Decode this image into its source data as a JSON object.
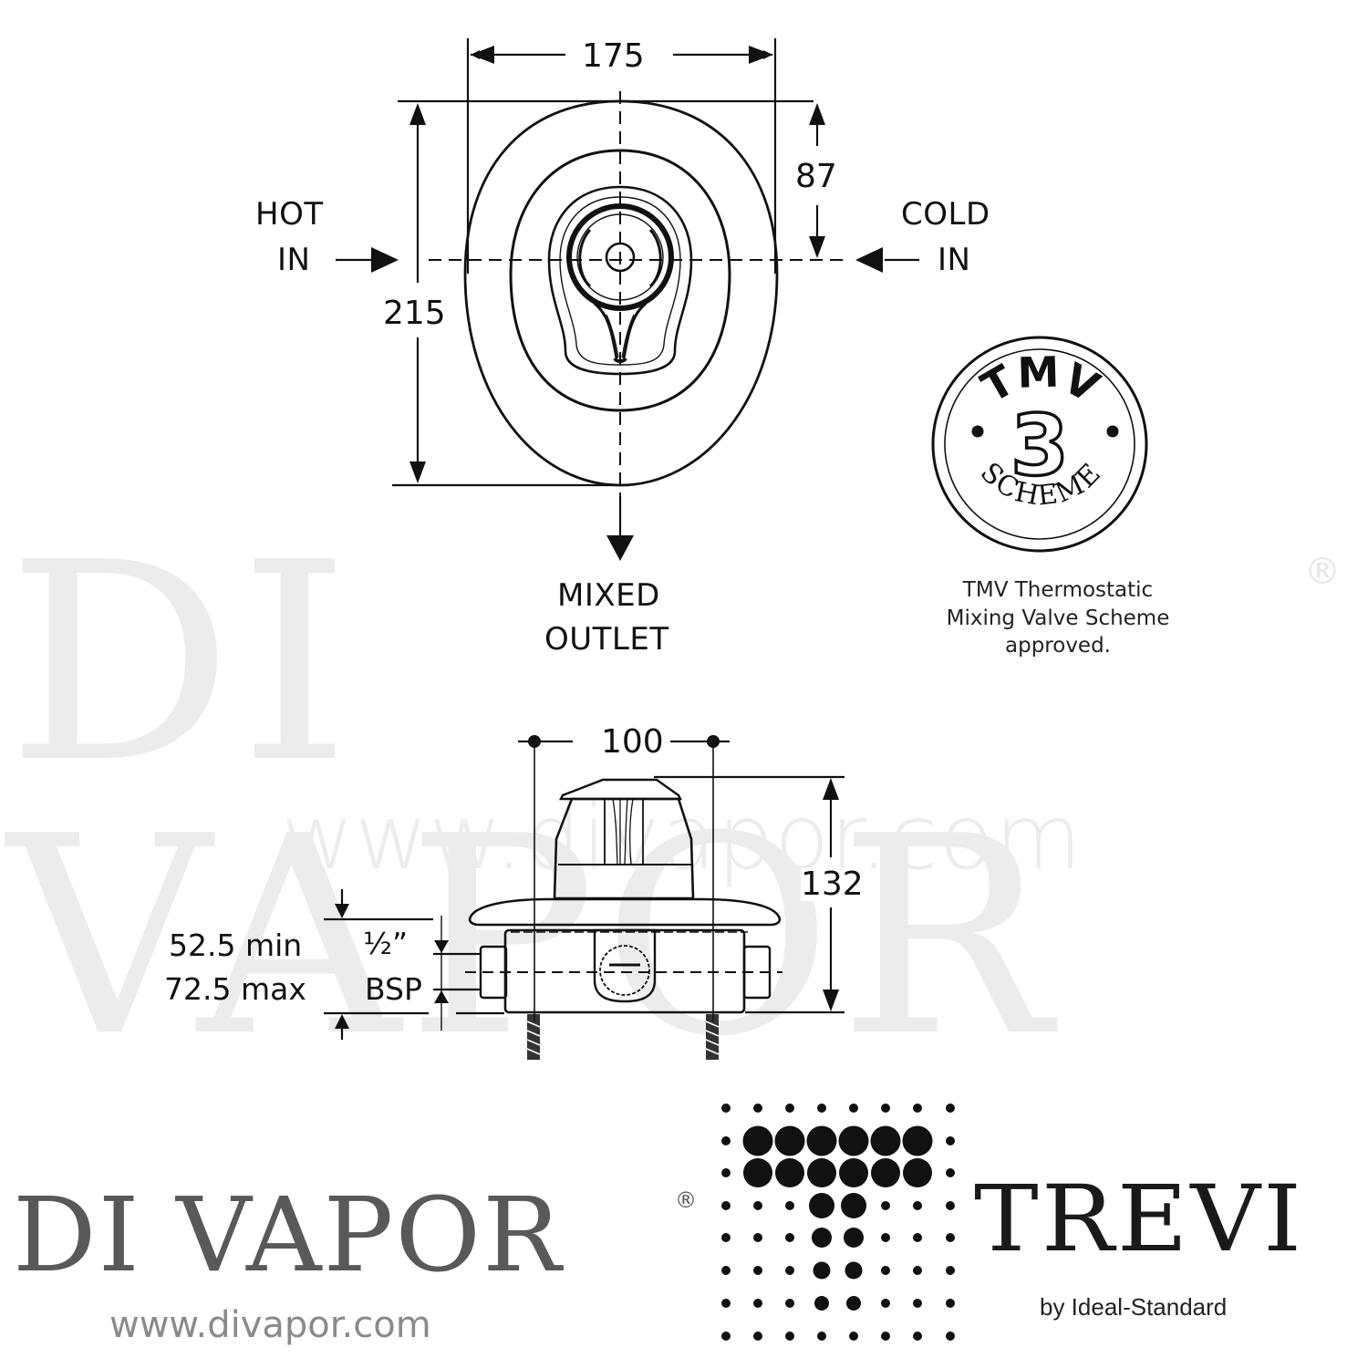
{
  "watermark": {
    "text": "DI VAPOR",
    "registered": "®",
    "url": "www.divapor.com",
    "color": "#ececec"
  },
  "front_view": {
    "width_dim": "175",
    "height_dim": "215",
    "center_offset_dim": "87",
    "hot_in": {
      "line1": "HOT",
      "line2": "IN"
    },
    "cold_in": {
      "line1": "COLD",
      "line2": "IN"
    },
    "mixed_outlet": {
      "line1": "MIXED",
      "line2": "OUTLET"
    }
  },
  "side_view": {
    "centres_dim": "100",
    "depth_dim": "132",
    "wall_depth": {
      "min": "52.5 min",
      "max": "72.5 max"
    },
    "thread": {
      "size": "½”",
      "type": "BSP"
    }
  },
  "tmv_badge": {
    "top_text": "TMV",
    "number": "3",
    "bottom_text": "SCHEME",
    "caption": [
      "TMV Thermostatic",
      "Mixing Valve Scheme",
      "approved."
    ]
  },
  "branding": {
    "divapor": {
      "name": "DI VAPOR",
      "registered": "®",
      "url": "www.divapor.com",
      "color": "#595959"
    },
    "trevi": {
      "name": "TREVI",
      "tagline": "by Ideal-Standard",
      "color": "#1a1a1a"
    }
  },
  "colors": {
    "line": "#111111",
    "background": "#ffffff"
  }
}
